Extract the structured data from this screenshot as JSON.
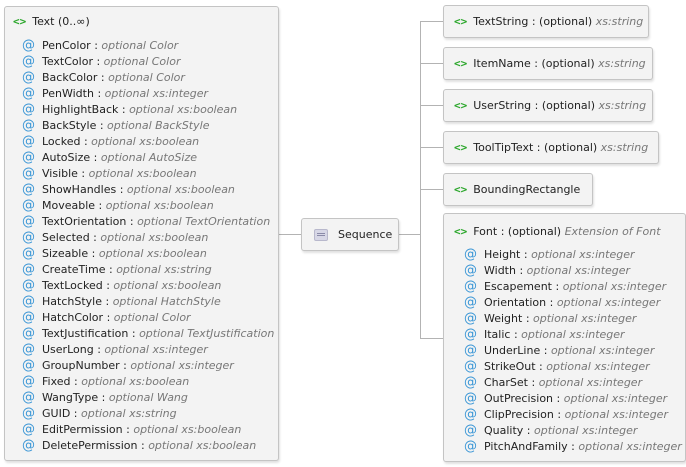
{
  "text_element": {
    "name": "Text",
    "multiplicity": "(0..∞)",
    "attributes": [
      {
        "name": "PenColor",
        "type": "optional Color"
      },
      {
        "name": "TextColor",
        "type": "optional Color"
      },
      {
        "name": "BackColor",
        "type": "optional Color"
      },
      {
        "name": "PenWidth",
        "type": "optional xs:integer"
      },
      {
        "name": "HighlightBack",
        "type": "optional xs:boolean"
      },
      {
        "name": "BackStyle",
        "type": "optional BackStyle"
      },
      {
        "name": "Locked",
        "type": "optional xs:boolean"
      },
      {
        "name": "AutoSize",
        "type": "optional AutoSize"
      },
      {
        "name": "Visible",
        "type": "optional xs:boolean"
      },
      {
        "name": "ShowHandles",
        "type": "optional xs:boolean"
      },
      {
        "name": "Moveable",
        "type": "optional xs:boolean"
      },
      {
        "name": "TextOrientation",
        "type": "optional TextOrientation"
      },
      {
        "name": "Selected",
        "type": "optional xs:boolean"
      },
      {
        "name": "Sizeable",
        "type": "optional xs:boolean"
      },
      {
        "name": "CreateTime",
        "type": "optional xs:string"
      },
      {
        "name": "TextLocked",
        "type": "optional xs:boolean"
      },
      {
        "name": "HatchStyle",
        "type": "optional HatchStyle"
      },
      {
        "name": "HatchColor",
        "type": "optional Color"
      },
      {
        "name": "TextJustification",
        "type": "optional TextJustification"
      },
      {
        "name": "UserLong",
        "type": "optional xs:integer"
      },
      {
        "name": "GroupNumber",
        "type": "optional xs:integer"
      },
      {
        "name": "Fixed",
        "type": "optional xs:boolean"
      },
      {
        "name": "WangType",
        "type": "optional Wang"
      },
      {
        "name": "GUID",
        "type": "optional xs:string"
      },
      {
        "name": "EditPermission",
        "type": "optional xs:boolean"
      },
      {
        "name": "DeletePermission",
        "type": "optional xs:boolean"
      }
    ]
  },
  "sequence": {
    "label": "Sequence"
  },
  "children": [
    {
      "name": "TextString",
      "opt": ": (optional)",
      "type": "xs:string"
    },
    {
      "name": "ItemName",
      "opt": ": (optional)",
      "type": "xs:string"
    },
    {
      "name": "UserString",
      "opt": ": (optional)",
      "type": "xs:string"
    },
    {
      "name": "ToolTipText",
      "opt": ": (optional)",
      "type": "xs:string"
    },
    {
      "name": "BoundingRectangle",
      "opt": "",
      "type": ""
    }
  ],
  "font_element": {
    "name": "Font",
    "opt": ": (optional)",
    "extension": "Extension of Font",
    "attributes": [
      {
        "name": "Height",
        "type": "optional xs:integer"
      },
      {
        "name": "Width",
        "type": "optional xs:integer"
      },
      {
        "name": "Escapement",
        "type": "optional xs:integer"
      },
      {
        "name": "Orientation",
        "type": "optional xs:integer"
      },
      {
        "name": "Weight",
        "type": "optional xs:integer"
      },
      {
        "name": "Italic",
        "type": "optional xs:integer"
      },
      {
        "name": "UnderLine",
        "type": "optional xs:integer"
      },
      {
        "name": "StrikeOut",
        "type": "optional xs:integer"
      },
      {
        "name": "CharSet",
        "type": "optional xs:integer"
      },
      {
        "name": "OutPrecision",
        "type": "optional xs:integer"
      },
      {
        "name": "ClipPrecision",
        "type": "optional xs:integer"
      },
      {
        "name": "Quality",
        "type": "optional xs:integer"
      },
      {
        "name": "PitchAndFamily",
        "type": "optional xs:integer"
      }
    ]
  },
  "symbols": {
    "element_tag": "<>",
    "attribute_at": "@"
  },
  "colors": {
    "element_tag": "#2aa62a",
    "attribute_at": "#3a96d6",
    "connector": "#b3b3b3"
  }
}
